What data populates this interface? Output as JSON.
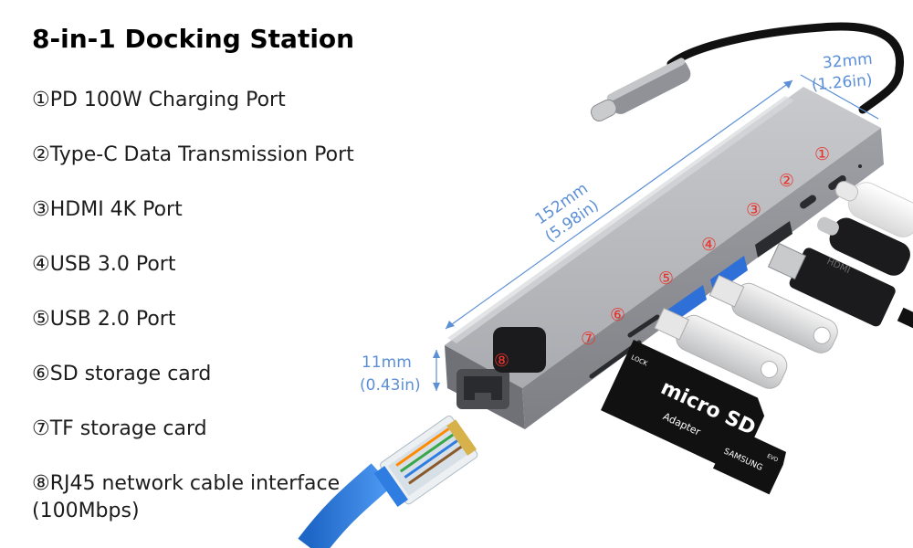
{
  "title": "8-in-1 Docking Station",
  "features": [
    "①PD 100W Charging Port",
    "②Type-C Data Transmission Port",
    "③HDMI 4K Port",
    "④USB 3.0 Port",
    "⑤USB 2.0 Port",
    "⑥SD storage card",
    "⑦TF storage card",
    "⑧RJ45 network cable interface",
    "(100Mbps)"
  ],
  "dimensions": {
    "width_mm": "32mm",
    "width_in": "(1.26in)",
    "length_mm": "152mm",
    "length_in": "(5.98in)",
    "height_mm": "11mm",
    "height_in": "(0.43in)"
  },
  "port_markers": [
    "①",
    "②",
    "③",
    "④",
    "⑤",
    "⑥",
    "⑦",
    "⑧"
  ],
  "sd_card": {
    "logo": "micro SD",
    "sub": "Adapter",
    "lock": "LOCK"
  },
  "tf_card": {
    "brand": "SAMSUNG",
    "tiny": "EVO"
  },
  "hdmi_plug_label": "HDMI",
  "colors": {
    "dimension": "#5b8fd6",
    "marker": "#e8332c",
    "hub_body": "#9a9ca1",
    "cable_blue": "#2f7de1"
  }
}
